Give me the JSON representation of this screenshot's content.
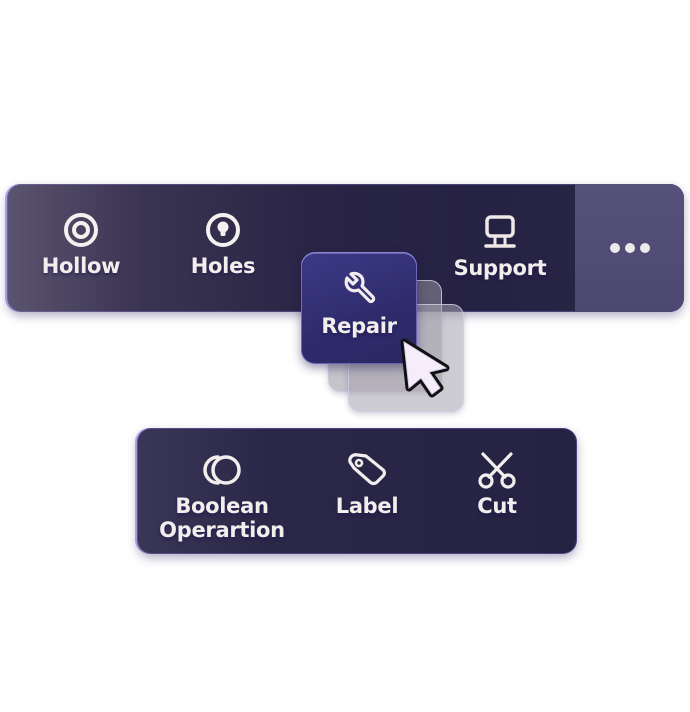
{
  "top_toolbar": {
    "tools": [
      {
        "label": "Hollow",
        "icon": "target-icon"
      },
      {
        "label": "Holes",
        "icon": "keyhole-icon"
      },
      {
        "label": "Repair",
        "icon": "wrench-icon"
      },
      {
        "label": "Support",
        "icon": "support-stand-icon"
      }
    ],
    "more": {
      "icon": "more-horizontal-icon"
    }
  },
  "bottom_toolbar": {
    "tools": [
      {
        "label": "Boolean\nOperartion",
        "line1": "Boolean",
        "line2": "Operartion",
        "icon": "overlapping-circles-icon"
      },
      {
        "label": "Label",
        "icon": "tag-icon"
      },
      {
        "label": "Cut",
        "icon": "scissors-icon"
      }
    ]
  },
  "colors": {
    "toolbar_dark": "#262243",
    "repair_active": "#2e2b6c",
    "more_button": "#4f4b75",
    "icon_text": "#f2eeec"
  }
}
